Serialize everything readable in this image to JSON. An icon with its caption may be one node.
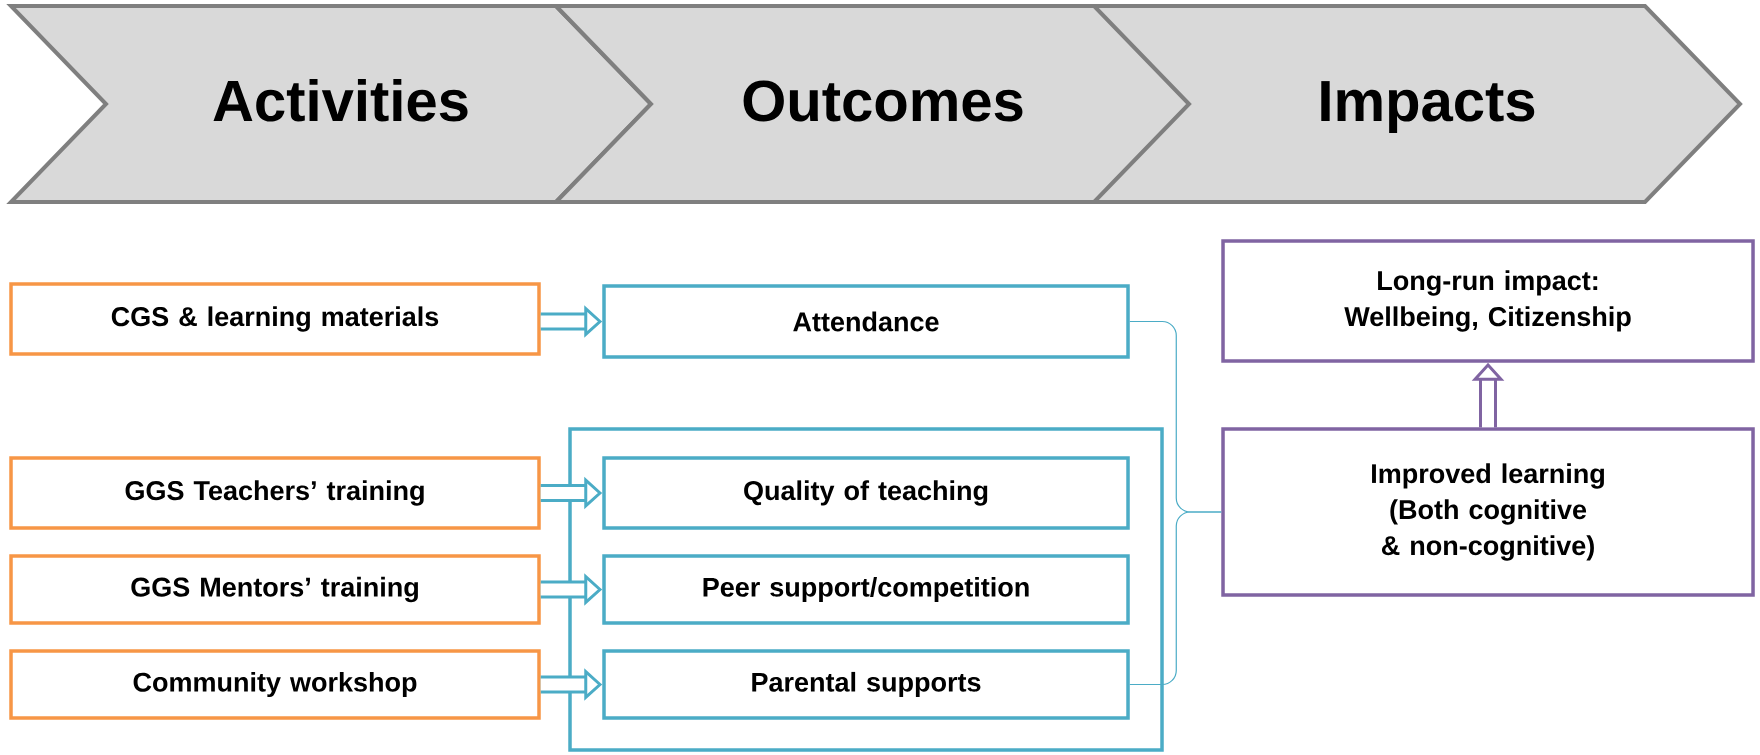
{
  "diagram": {
    "nodes": [
      {
        "text": [
          "Activities"
        ]
      },
      {
        "text": [
          "Outcomes"
        ]
      },
      {
        "text": [
          "Impacts"
        ]
      },
      {
        "text": [
          "CGS & learning materials"
        ]
      },
      {
        "text": [
          "Attendance"
        ]
      },
      {
        "text": [
          "Long-run impact: Wellbeing, Citizenship"
        ]
      },
      {
        "text": [
          "GGS Teachers’ training"
        ]
      },
      {
        "text": [],
        "shape": "box"
      },
      {
        "text": [
          "Quality of teaching"
        ],
        "in": 7
      },
      {
        "text": [
          "Improved learning (Both cognitive & non-cognitive)"
        ]
      },
      {
        "text": [
          "GGS Mentors’ training"
        ]
      },
      {
        "text": [
          "Peer support/competition"
        ],
        "in": 7
      },
      {
        "text": [
          "Community workshop"
        ]
      },
      {
        "text": [
          "Parental supports"
        ],
        "in": 7
      }
    ],
    "edges": [
      {
        "from": 3,
        "to": 4,
        "arrow": "to"
      },
      {
        "from": 6,
        "to": 8,
        "arrow": "to"
      },
      {
        "from": 10,
        "to": 11,
        "arrow": "to"
      },
      {
        "from": 12,
        "to": 13,
        "arrow": "to"
      },
      {
        "from": 9,
        "to": 5,
        "arrow": "to",
        "color": "#8064a2"
      },
      {
        "from": 4,
        "to": 9,
        "arrow": "none"
      },
      {
        "from": 13,
        "to": 9,
        "arrow": "none"
      }
    ]
  }
}
